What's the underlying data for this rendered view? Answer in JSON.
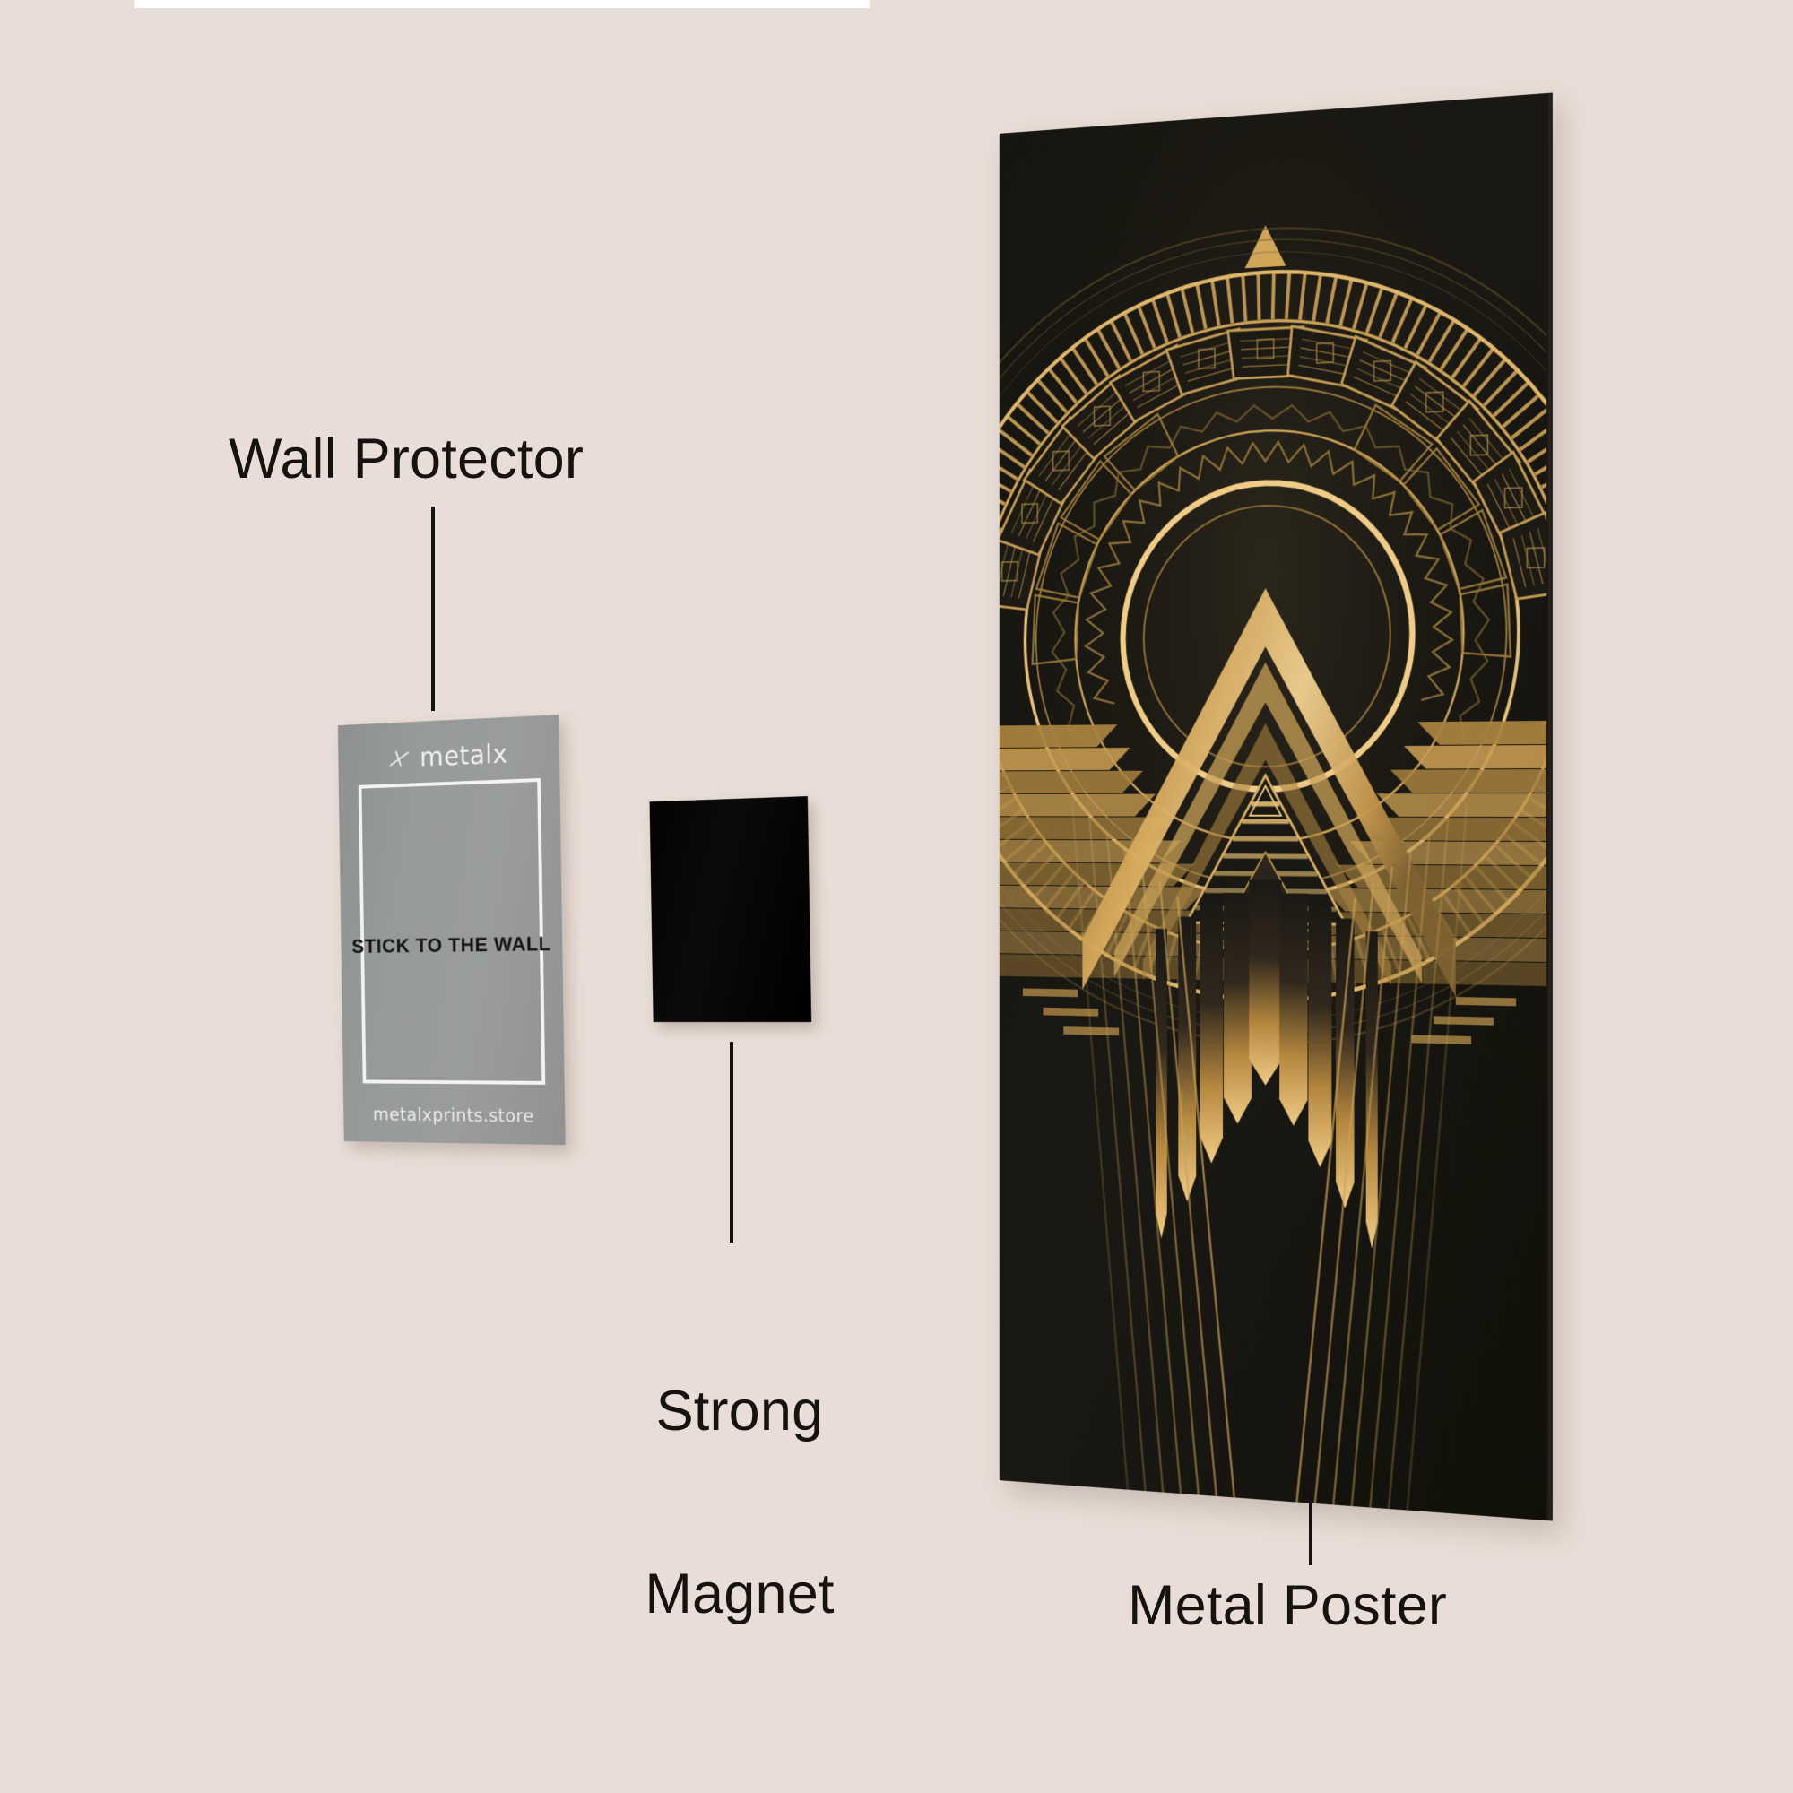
{
  "scene": {
    "background_color": "#e9ded7",
    "top_strip_color": "#ffffff"
  },
  "callouts": [
    {
      "id": "wall-protector",
      "label": "Wall Protector",
      "leader": "vertical-line"
    },
    {
      "id": "strong-magnet",
      "label_line1": "Strong",
      "label_line2": "Magnet",
      "leader": "vertical-line"
    },
    {
      "id": "metal-poster",
      "label": "Metal Poster",
      "leader": "vertical-line"
    }
  ],
  "wall_protector": {
    "brand": "metalx",
    "logo_icon": "metalx-cross-icon",
    "headline": "STICK TO THE WALL",
    "url": "metalxprints.store",
    "card_color": "#979a9b",
    "border_color": "#f3f3f3",
    "text_color": "#141414"
  },
  "magnet": {
    "name": "Strong Magnet",
    "color": "#050505"
  },
  "metal_poster": {
    "name": "Metal Poster",
    "background_color": "#14130f",
    "gold_color": "#d5a85a",
    "gold_light": "#f0cc86",
    "gold_dark": "#8a6a33",
    "artwork_description": "art deco gold mandala with central chevron and radiating blades"
  }
}
